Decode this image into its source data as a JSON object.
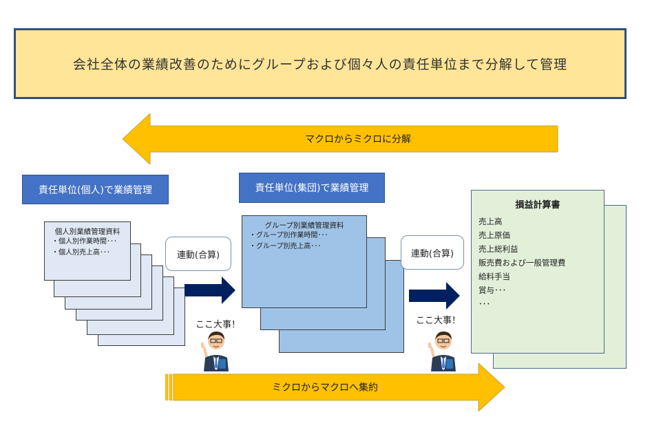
{
  "banner": {
    "text": "会社全体の業績改善のためにグループおよび個々人の責任単位まで分解して管理"
  },
  "top_arrow": {
    "label": "マクロからミクロに分解"
  },
  "bottom_arrow": {
    "label": "ミクロからマクロへ集約"
  },
  "individual": {
    "header": "責任単位(個人)で業績管理",
    "doc_title": "個人別業績管理資料",
    "items": [
      "・個人別作業時間･･･",
      "・個人別売上高･･･"
    ]
  },
  "group": {
    "header": "責任単位(集団)で業績管理",
    "doc_title": "グループ別業績管理資料",
    "items": [
      "・グループ別作業時間･･･",
      "・グループ別売上高･･･"
    ]
  },
  "link1": {
    "label": "連動(合算)",
    "note": "ここ大事！"
  },
  "link2": {
    "label": "連動(合算)",
    "note": "ここ大事！"
  },
  "pl": {
    "title": "損益計算書",
    "items": [
      "売上高",
      "売上原価",
      "売上総利益",
      "販売費および一般管理費",
      "給料手当",
      "賞与･･･",
      "･･･"
    ]
  },
  "colors": {
    "banner_bg": "#ffe598",
    "arrow_fill": "#ffc000",
    "header_bg": "#4472c4",
    "navy_arrow": "#002060",
    "pl_bg": "#e2efd9"
  }
}
